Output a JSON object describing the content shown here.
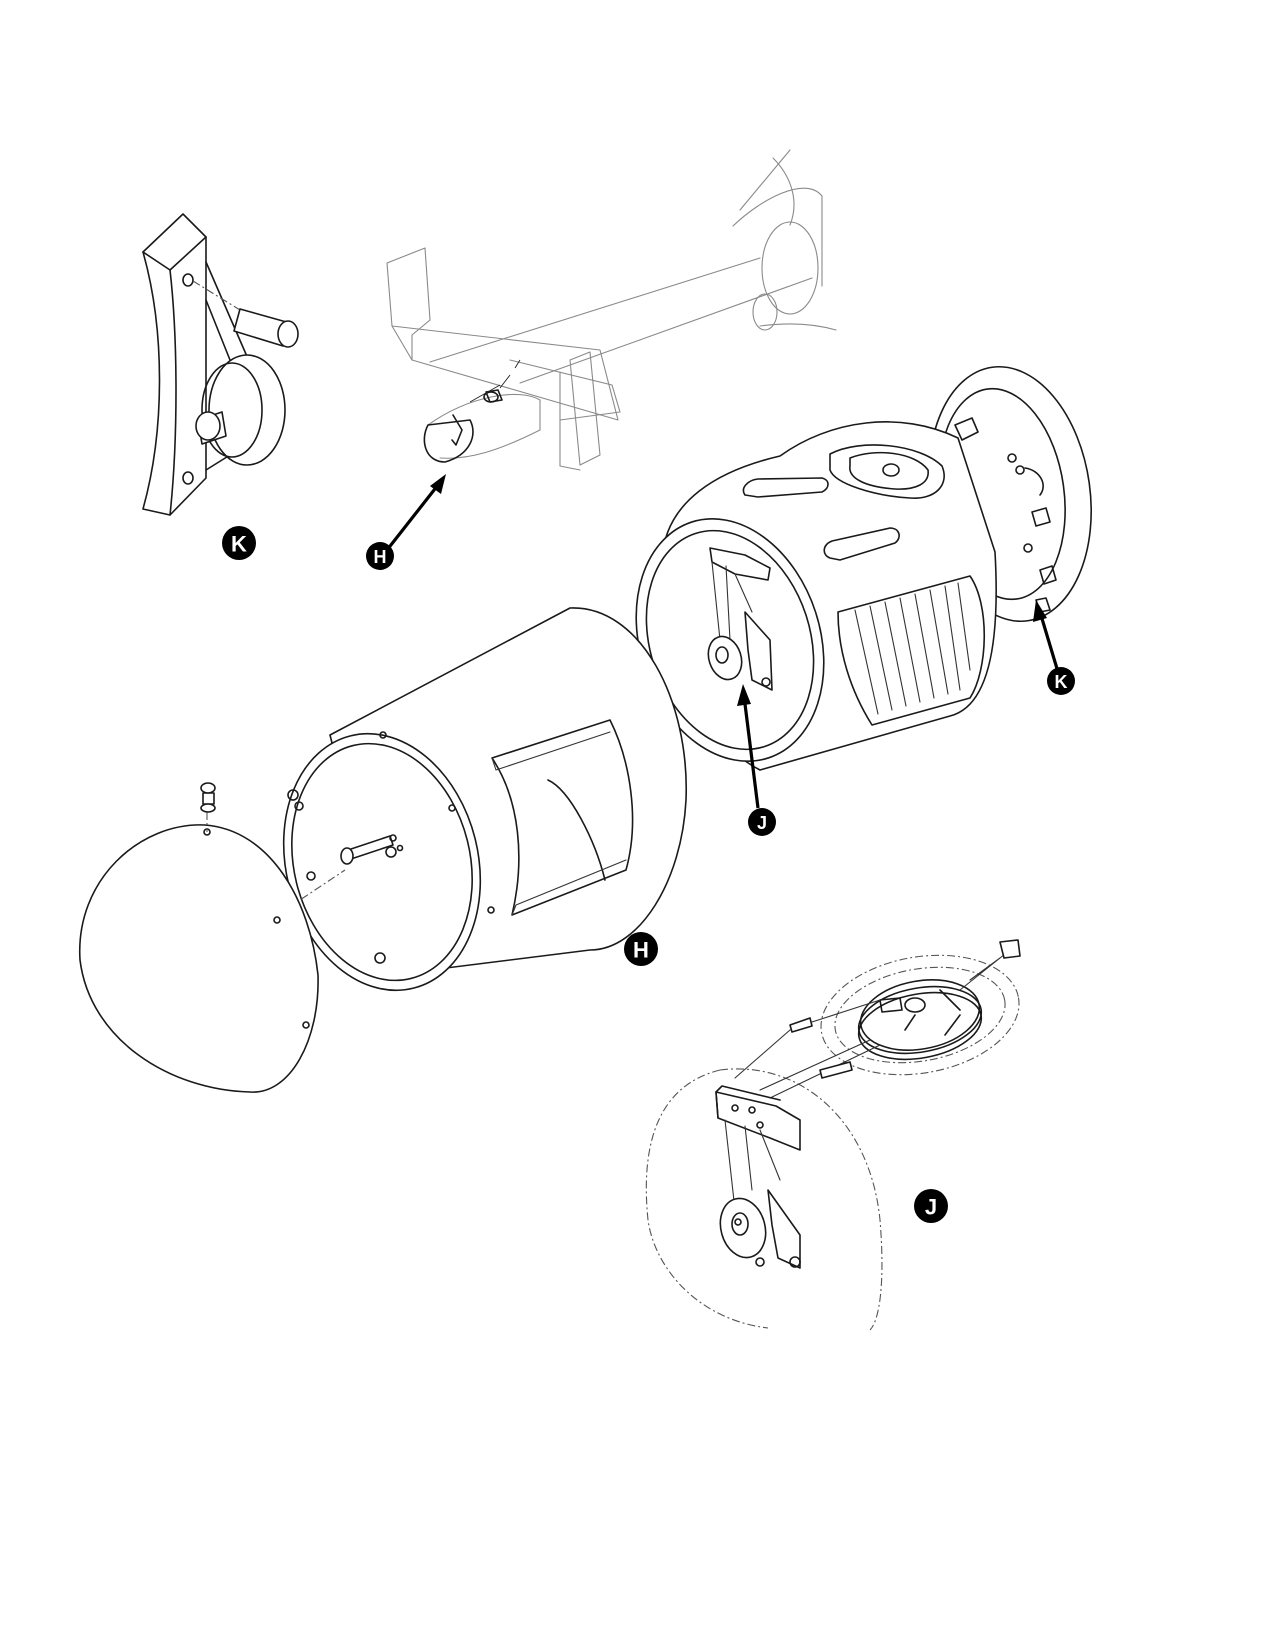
{
  "callouts": {
    "k_detail": "K",
    "h_pointer": "H",
    "k_pointer": "K",
    "j_pointer": "J",
    "h_detail": "H",
    "j_detail": "J"
  },
  "colors": {
    "line": "#1a1a1a",
    "callout_fill": "#000000",
    "callout_text": "#ffffff",
    "reference_line": "#8a8a8a"
  }
}
